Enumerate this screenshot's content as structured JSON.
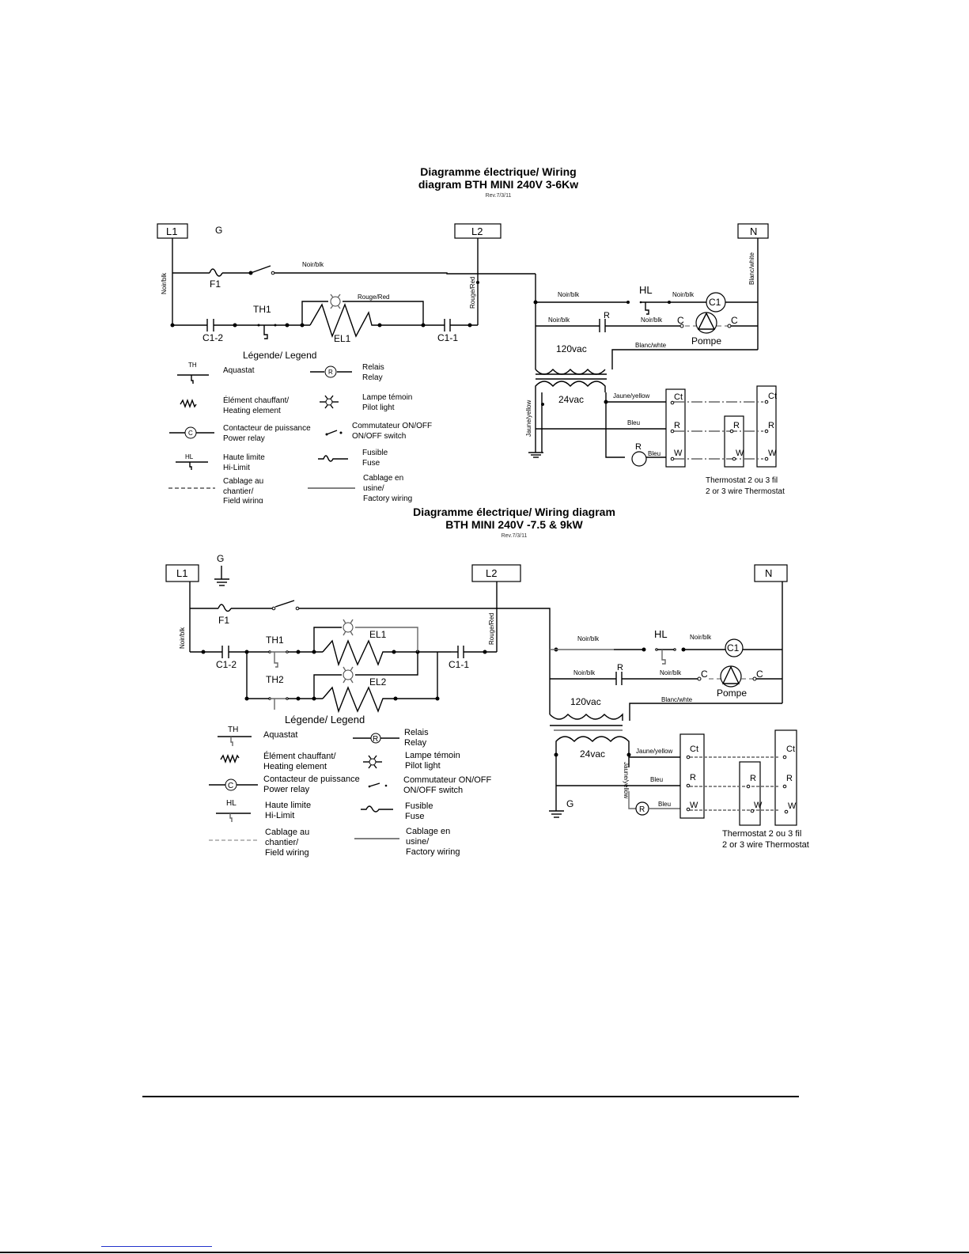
{
  "diagram1": {
    "title_line1": "Diagramme électrique/ Wiring",
    "title_line2": "diagram  BTH MINI 240V 3-6Kw",
    "revision": "Rev.7/3/11",
    "terminals": {
      "l1": "L1",
      "l2": "L2",
      "n": "N",
      "g": "G"
    },
    "components": {
      "fuse": "F1",
      "aquastat": "TH1",
      "element": "EL1",
      "contact_a": "C1-2",
      "contact_b": "C1-1",
      "hi_limit": "HL",
      "contactor_coil": "C1",
      "relay_contact": "R",
      "pump": "Pompe",
      "pump_term": "C",
      "relay_coil": "R",
      "transformer_primary": "120vac",
      "transformer_secondary": "24vac"
    },
    "wire_labels": {
      "l1_vertical": "Noir/blk",
      "top_line": "Noir/blk",
      "rouge": "Rouge/Red",
      "l2_vertical": "Rouge/Red",
      "n_vertical": "Blanc/white",
      "hl_in": "Noir/blk",
      "hl_out": "Noir/blk",
      "r_in": "Noir/blk",
      "r_out": "Noir/blk",
      "blanc": "Blanc/whte",
      "jaune": "Jaune/yellow",
      "jaune_vertical": "Jaune/yellow",
      "bleu_r": "Bleu",
      "bleu_w": "Bleu"
    },
    "thermostat_terminals": [
      "Ct",
      "R",
      "W"
    ],
    "thermostat_caption_1": "Thermostat 2 ou 3 fil",
    "thermostat_caption_2": "2 or 3 wire Thermostat"
  },
  "diagram2": {
    "title_line1": "Diagramme électrique/ Wiring diagram",
    "title_line2": "BTH MINI 240V -7.5 & 9kW",
    "revision": "Rev.7/3/11",
    "terminals": {
      "l1": "L1",
      "l2": "L2",
      "n": "N",
      "g": "G",
      "g2": "G"
    },
    "components": {
      "fuse": "F1",
      "aquastat1": "TH1",
      "aquastat2": "TH2",
      "element1": "EL1",
      "element2": "EL2",
      "contact_a": "C1-2",
      "contact_b": "C1-1",
      "hi_limit": "HL",
      "contactor_coil": "C1",
      "relay_contact": "R",
      "pump": "Pompe",
      "pump_term": "C",
      "relay_coil": "R",
      "transformer_primary": "120vac",
      "transformer_secondary": "24vac"
    },
    "wire_labels": {
      "l1_vertical": "Noir/blk",
      "l2_vertical": "Rouge/Red",
      "hl_in": "Noir/blk",
      "hl_out": "Noir/blk",
      "r_in": "Noir/blk",
      "r_out": "Noir/blk",
      "blanc": "Blanc/whte",
      "jaune": "Jaune/yellow",
      "jaune_vertical": "Jaune/yellow",
      "bleu_r": "Bleu",
      "bleu_w": "Bleu"
    },
    "thermostat_terminals": [
      "Ct",
      "R",
      "W"
    ],
    "thermostat_caption_1": "Thermostat 2 ou 3 fil",
    "thermostat_caption_2": "2 or 3 wire Thermostat"
  },
  "legend": {
    "title": "Légende/ Legend",
    "items": [
      {
        "symbol": "TH",
        "line1": "Aquastat",
        "line2": ""
      },
      {
        "symbol": "R",
        "line1": "Relais",
        "line2": "Relay"
      },
      {
        "symbol": "",
        "line1": "Élément chauffant/",
        "line2": "Heating element"
      },
      {
        "symbol": "",
        "line1": "Lampe témoin",
        "line2": "Pilot light"
      },
      {
        "symbol": "C",
        "line1": "Contacteur de puissance",
        "line2": "Power relay"
      },
      {
        "symbol": "",
        "line1": "Commutateur ON/OFF",
        "line2": "ON/OFF switch"
      },
      {
        "symbol": "HL",
        "line1": "Haute limite",
        "line2": "Hi-Limit"
      },
      {
        "symbol": "",
        "line1": "Fusible",
        "line2": "Fuse"
      },
      {
        "symbol": "",
        "line1": "Cablage au",
        "line2": "chantier/",
        "line3": "Field wiring"
      },
      {
        "symbol": "",
        "line1": "Cablage en",
        "line2": "usine/",
        "line3": "Factory wiring"
      }
    ]
  }
}
